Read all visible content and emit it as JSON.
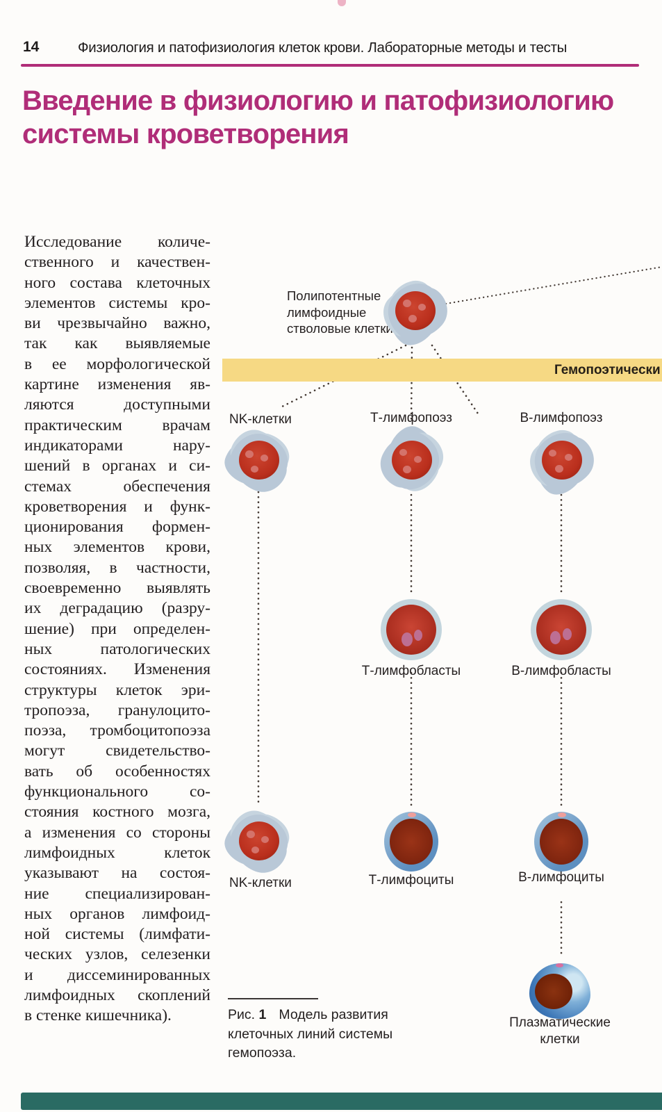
{
  "page": {
    "number": "14",
    "running_title": "Физиология и патофизиология клеток крови. Лабораторные методы и тесты",
    "heading": "Введение в физиологию и патофизиологию системы кроветворения"
  },
  "colors": {
    "accent_magenta": "#b02d78",
    "band_yellow": "#f6d984",
    "footer_teal": "#2a6b63",
    "cell_red": "#ba2f1d",
    "cell_membrane_blue": "#b9c8d7",
    "lymphocyte_blue": "#5d8fc0"
  },
  "body": {
    "lines": [
      "Исследование количе-",
      "ственного и качествен-",
      "ного состава клеточных",
      "элементов системы кро-",
      "ви чрезвычайно важно,",
      "так как выявляемые",
      "в ее морфологической",
      "картине изменения яв-",
      "ляются доступными",
      "практическим врачам",
      "индикаторами нару-",
      "шений в органах и си-",
      "стемах обеспечения",
      "кроветворения и функ-",
      "ционирования формен-",
      "ных элементов крови,",
      "позволяя, в частности,",
      "своевременно выявлять",
      "их деградацию (разру-",
      "шение) при определен-",
      "ных патологических",
      "состояниях. Изменения",
      "структуры клеток эри-",
      "тропоэза, гранулоцито-",
      "поэза, тромбоцитопоэза",
      "могут свидетельство-",
      "вать об особенностях",
      "функционального со-",
      "стояния костного мозга,",
      "а изменения со стороны",
      "лимфоидных клеток",
      "указывают на состоя-",
      "ние специализирован-",
      "ных органов лимфоид-",
      "ной системы (лимфати-",
      "ческих узлов, селезенки",
      "и диссеминированных",
      "лимфоидных скоплений",
      "в стенке кишечника)."
    ]
  },
  "diagram": {
    "stem_label": {
      "line1": "Полипотентные",
      "line2": "лимфоидные",
      "line3": "стволовые клетки"
    },
    "band_label": "Гемопоэтически",
    "row1": {
      "nk": "NK-клетки",
      "t": "Т-лимфопоэз",
      "b": "В-лимфопоэз"
    },
    "row2": {
      "t": "Т-лимфобласты",
      "b": "В-лимфобласты"
    },
    "row3": {
      "nk": "NK-клетки",
      "t": "Т-лимфоциты",
      "b": "В-лимфоциты"
    },
    "plasma_label": {
      "line1": "Плазматические",
      "line2": "клетки"
    }
  },
  "caption": {
    "prefix": "Рис.",
    "number": "1",
    "line1": "Модель развития",
    "line2": "клеточных линий системы",
    "line3": "гемопоэза."
  }
}
